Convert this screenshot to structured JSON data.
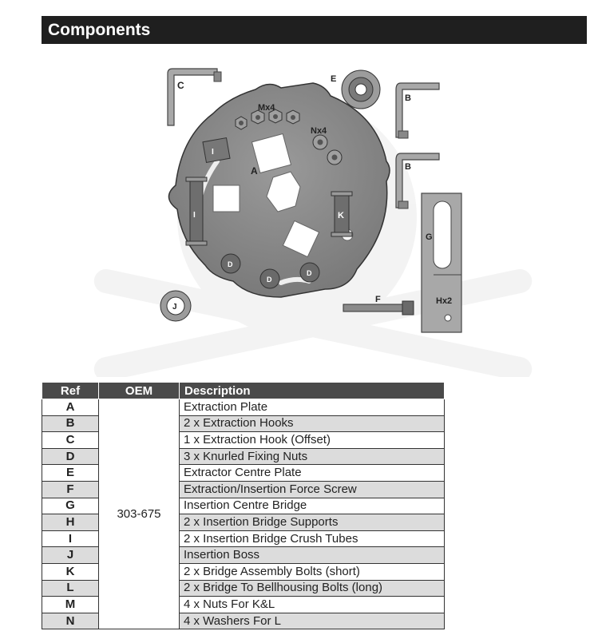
{
  "header": {
    "title": "Components"
  },
  "diagram": {
    "labels": {
      "A": "A",
      "B1": "B",
      "B2": "B",
      "C": "C",
      "D1": "D",
      "D2": "D",
      "D3": "D",
      "E": "E",
      "F": "F",
      "G": "G",
      "H": "Hx2",
      "I1": "I",
      "I2": "I",
      "J": "J",
      "K": "K",
      "M": "Mx4",
      "N": "Nx4"
    }
  },
  "table": {
    "headers": {
      "ref": "Ref",
      "oem": "OEM",
      "description": "Description"
    },
    "oem": "303-675",
    "rows": [
      {
        "ref": "A",
        "description": "Extraction Plate"
      },
      {
        "ref": "B",
        "description": "2 x Extraction Hooks"
      },
      {
        "ref": "C",
        "description": "1 x Extraction Hook (Offset)"
      },
      {
        "ref": "D",
        "description": "3 x Knurled Fixing Nuts"
      },
      {
        "ref": "E",
        "description": "Extractor Centre Plate"
      },
      {
        "ref": "F",
        "description": "Extraction/Insertion Force Screw"
      },
      {
        "ref": "G",
        "description": "Insertion Centre Bridge"
      },
      {
        "ref": "H",
        "description": "2 x Insertion Bridge Supports"
      },
      {
        "ref": "I",
        "description": "2 x Insertion Bridge Crush Tubes"
      },
      {
        "ref": "J",
        "description": "Insertion Boss"
      },
      {
        "ref": "K",
        "description": "2 x Bridge Assembly Bolts (short)"
      },
      {
        "ref": "L",
        "description": "2 x Bridge To Bellhousing Bolts (long)"
      },
      {
        "ref": "M",
        "description": "4 x Nuts For K&L"
      },
      {
        "ref": "N",
        "description": "4 x Washers For L"
      }
    ]
  }
}
